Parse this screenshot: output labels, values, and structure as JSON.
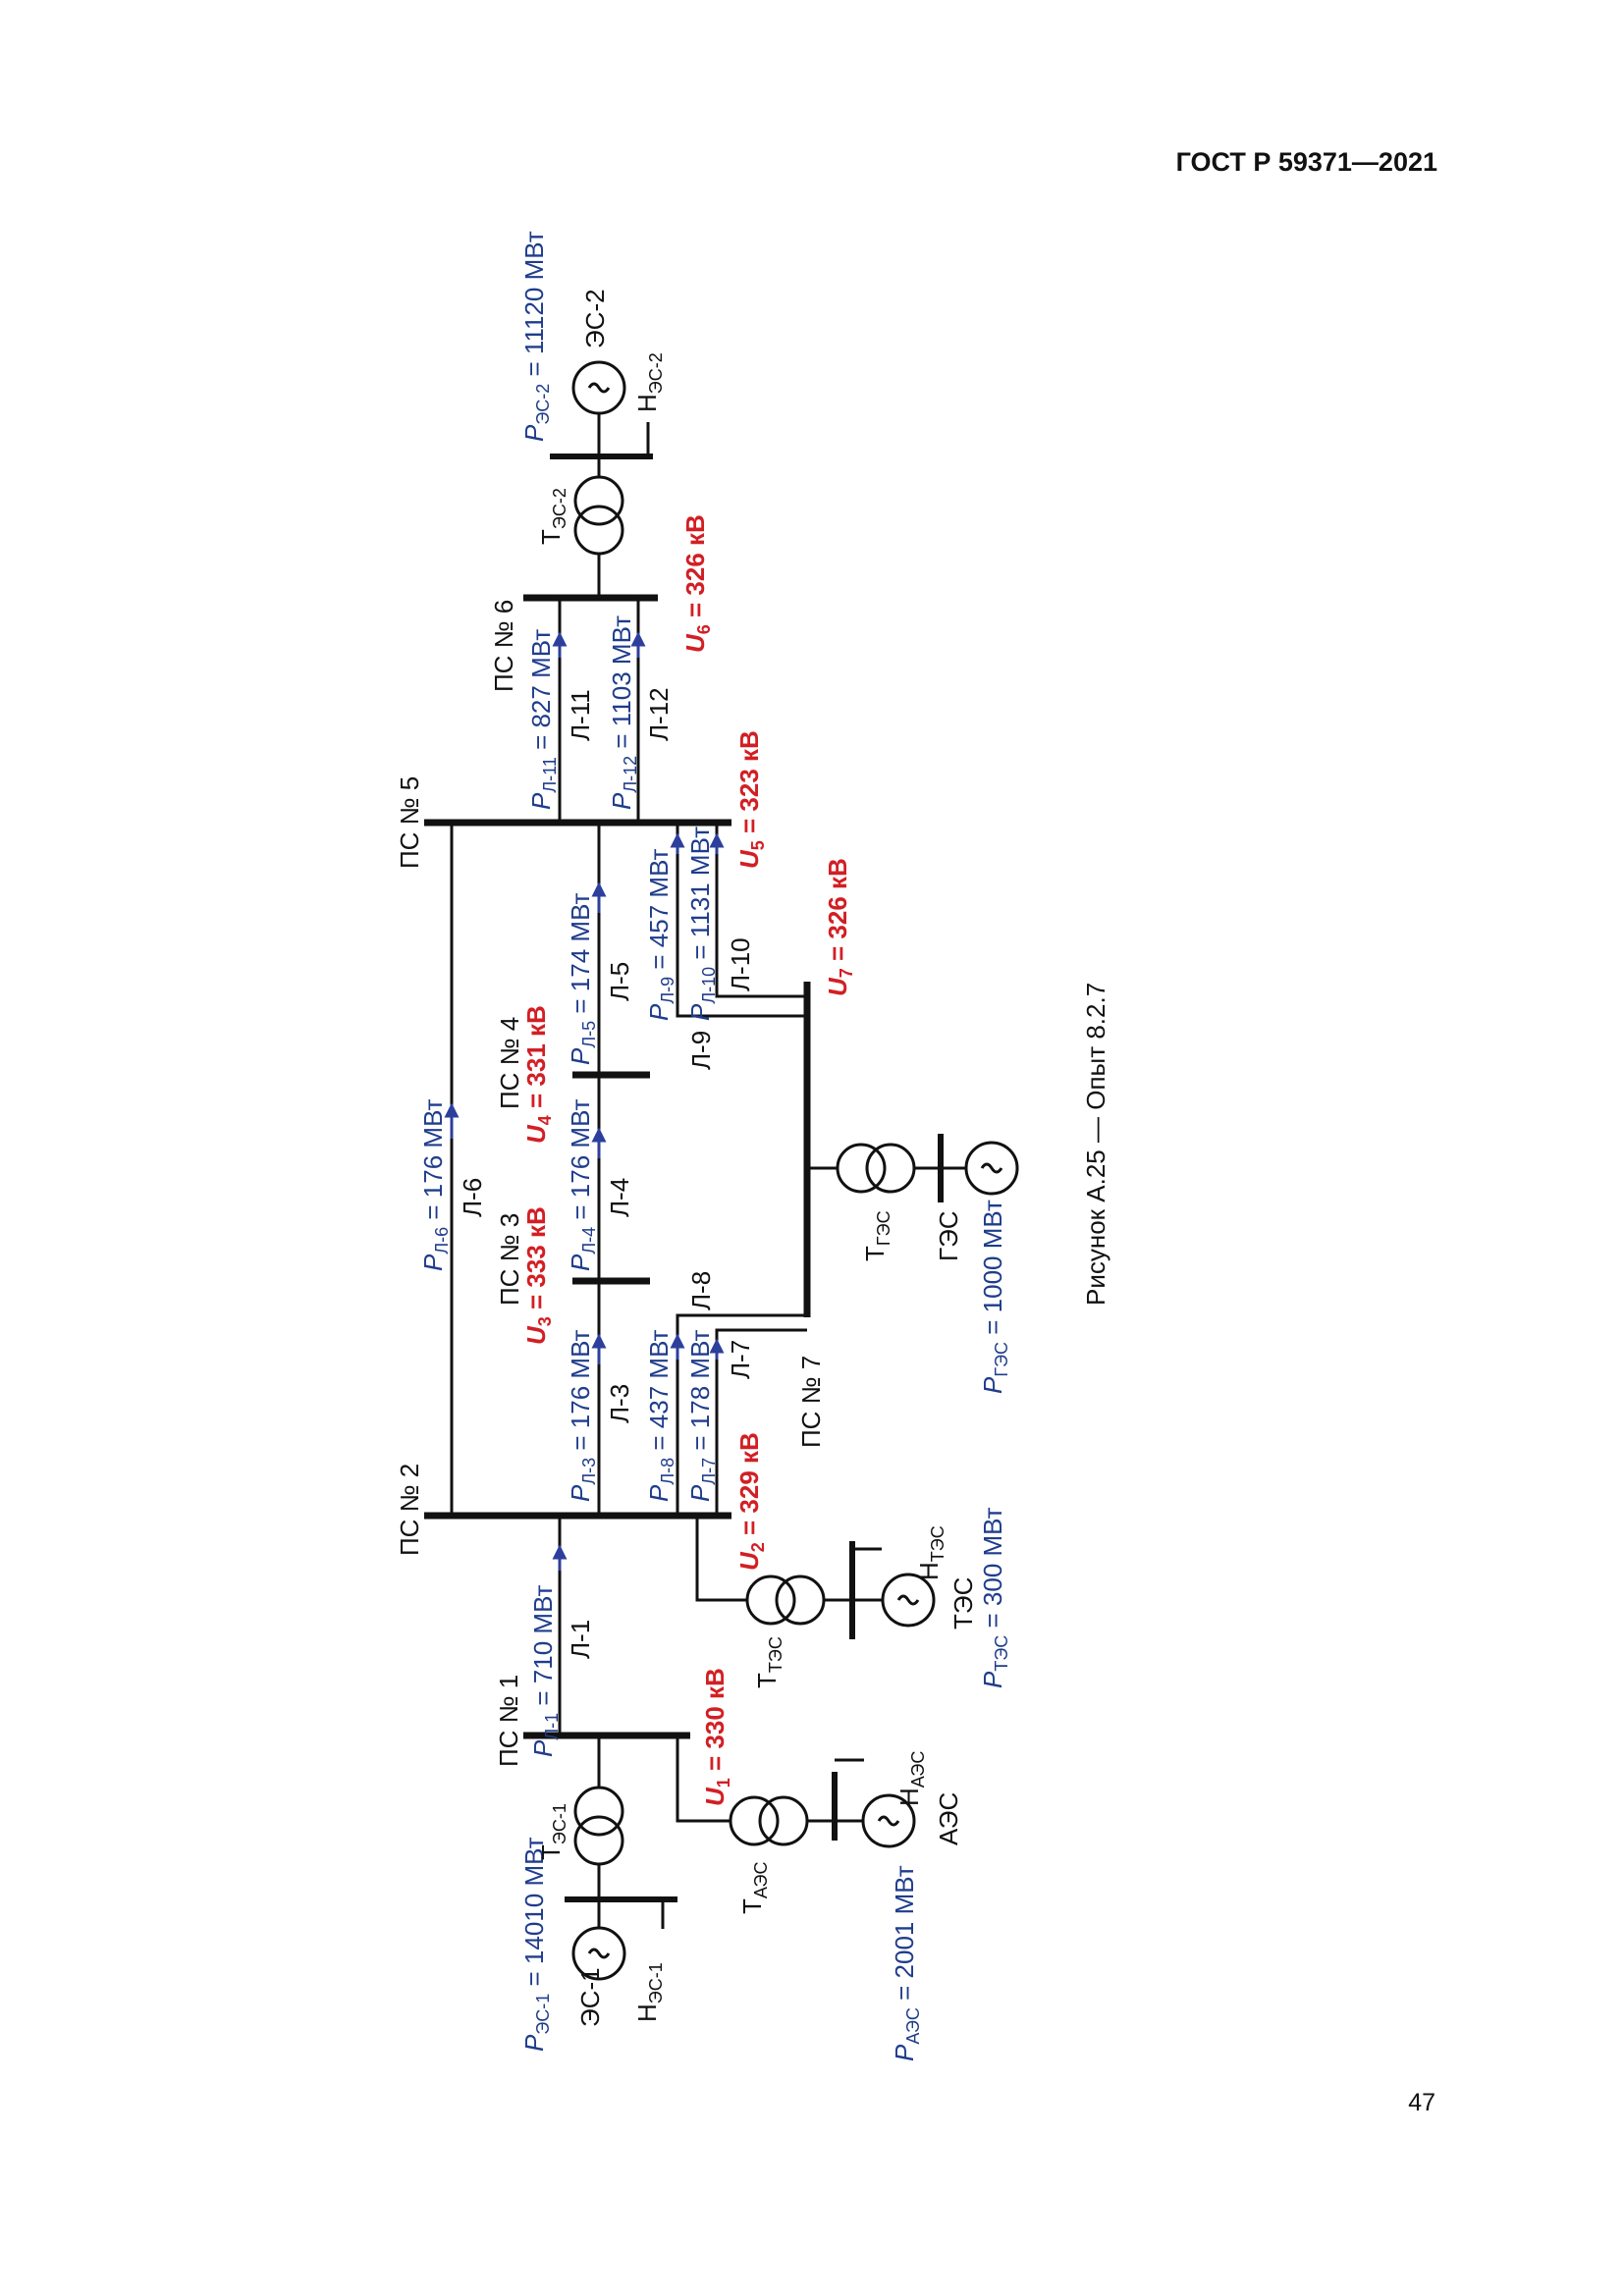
{
  "header": {
    "doc_id": "ГОСТ Р 59371—2021"
  },
  "page": {
    "number": "47"
  },
  "figure": {
    "caption": "Рисунок А.25 — Опыт 8.2.7"
  },
  "colors": {
    "power": "#1f3d8c",
    "voltage": "#d21f24",
    "lines": "#111111",
    "arrows": "#2d3f9c"
  },
  "substations": [
    {
      "id": "ps1",
      "label": "ПС № 1"
    },
    {
      "id": "ps2",
      "label": "ПС № 2"
    },
    {
      "id": "ps3",
      "label": "ПС № 3"
    },
    {
      "id": "ps4",
      "label": "ПС № 4"
    },
    {
      "id": "ps5",
      "label": "ПС № 5"
    },
    {
      "id": "ps6",
      "label": "ПС № 6"
    },
    {
      "id": "ps7",
      "label": "ПС № 7"
    }
  ],
  "voltages": [
    {
      "sym": "U",
      "sub": "1",
      "rest": " = 330 кВ"
    },
    {
      "sym": "U",
      "sub": "2",
      "rest": " = 329 кВ"
    },
    {
      "sym": "U",
      "sub": "3",
      "rest": " = 333 кВ"
    },
    {
      "sym": "U",
      "sub": "4",
      "rest": " = 331 кВ"
    },
    {
      "sym": "U",
      "sub": "5",
      "rest": " = 323 кВ"
    },
    {
      "sym": "U",
      "sub": "6",
      "rest": " = 326 кВ"
    },
    {
      "sym": "U",
      "sub": "7",
      "rest": " = 326 кВ"
    }
  ],
  "lines": [
    {
      "name": "Л-1",
      "sym": "P",
      "sub": "Л-1",
      "rest": " = 710 МВт"
    },
    {
      "name": "Л-3",
      "sym": "P",
      "sub": "Л-3",
      "rest": " = 176 МВт"
    },
    {
      "name": "Л-4",
      "sym": "P",
      "sub": "Л-4",
      "rest": " = 176 МВт"
    },
    {
      "name": "Л-5",
      "sym": "P",
      "sub": "Л-5",
      "rest": " = 174 МВт"
    },
    {
      "name": "Л-6",
      "sym": "P",
      "sub": "Л-6",
      "rest": " = 176 МВт"
    },
    {
      "name": "Л-7",
      "sym": "P",
      "sub": "Л-7",
      "rest": " = 178 МВт"
    },
    {
      "name": "Л-8",
      "sym": "P",
      "sub": "Л-8",
      "rest": " = 437 МВт"
    },
    {
      "name": "Л-9",
      "sym": "P",
      "sub": "Л-9",
      "rest": " = 457 МВт"
    },
    {
      "name": "Л-10",
      "sym": "P",
      "sub": "Л-10",
      "rest": " = 1131 МВт"
    },
    {
      "name": "Л-11",
      "sym": "P",
      "sub": "Л-11",
      "rest": " = 827 МВт"
    },
    {
      "name": "Л-12",
      "sym": "P",
      "sub": "Л-12",
      "rest": " = 1103 МВт"
    }
  ],
  "generators": [
    {
      "name": "ЭС-1",
      "sym": "P",
      "sub": "ЭС-1",
      "rest": " = 14010 МВт",
      "trafo_main": "Т",
      "trafo_sub": "ЭС-1",
      "load_main": "Н",
      "load_sub": "ЭС-1"
    },
    {
      "name": "ЭС-2",
      "sym": "P",
      "sub": "ЭС-2",
      "rest": " = 11120 МВт",
      "trafo_main": "Т",
      "trafo_sub": "ЭС-2",
      "load_main": "Н",
      "load_sub": "ЭС-2"
    },
    {
      "name": "АЭС",
      "sym": "P",
      "sub": "АЭС",
      "rest": " = 2001 МВт",
      "trafo_main": "Т",
      "trafo_sub": "АЭС",
      "load_main": "Н",
      "load_sub": "АЭС"
    },
    {
      "name": "ТЭС",
      "sym": "P",
      "sub": "ТЭС",
      "rest": " = 300 МВт",
      "trafo_main": "Т",
      "trafo_sub": "ТЭС",
      "load_main": "Н",
      "load_sub": "ТЭС"
    },
    {
      "name": "ГЭС",
      "sym": "P",
      "sub": "ГЭС",
      "rest": " = 1000 МВт",
      "trafo_main": "Т",
      "trafo_sub": "ГЭС"
    }
  ]
}
